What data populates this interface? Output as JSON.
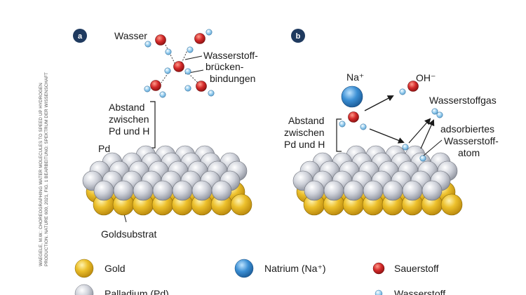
{
  "panels": {
    "a": {
      "badge": "a",
      "water_label": "Wasser",
      "hbond_label": [
        "Wasserstoff-",
        "brücken-",
        "bindungen"
      ],
      "distance_label": [
        "Abstand",
        "zwischen",
        "Pd und H"
      ],
      "pd_label": "Pd",
      "substrate_label": "Goldsubstrat"
    },
    "b": {
      "badge": "b",
      "sodium_label": "Na⁺",
      "hydroxide_label": "OH⁻",
      "hydrogen_gas_label": "Wasserstoffgas",
      "adsorbed_label": [
        "adsorbiertes",
        "Wasserstoff-",
        "atom"
      ],
      "distance_label": [
        "Abstand",
        "zwischen",
        "Pd und H"
      ]
    }
  },
  "credit": [
    "WAEGELE, M.W.: CHOREOGRAPHING WATER MOLECULES TO SPEED UP HYDROGEN",
    "PRODUCTION. NATURE 600, 2021, FIG. 1 BEARBEITUNG: SPEKTRUM DER WISSENSCHAFT"
  ],
  "legend": [
    {
      "label": "Gold",
      "color": "#e8b923"
    },
    {
      "label": "Natrium (Na⁺)",
      "color": "#3b8fd4"
    },
    {
      "label": "Sauerstoff",
      "color": "#d42a2a"
    },
    {
      "label": "Palladium (Pd)",
      "color": "#c6c9d2"
    },
    {
      "label": "Wasserstoff",
      "color": "#8ec9ee"
    }
  ],
  "colors": {
    "gold": "#e8b923",
    "palladium": "#c6c9d2",
    "oxygen": "#d42a2a",
    "hydrogen": "#8ec9ee",
    "sodium": "#3b8fd4",
    "badge": "#1f3a5f"
  }
}
